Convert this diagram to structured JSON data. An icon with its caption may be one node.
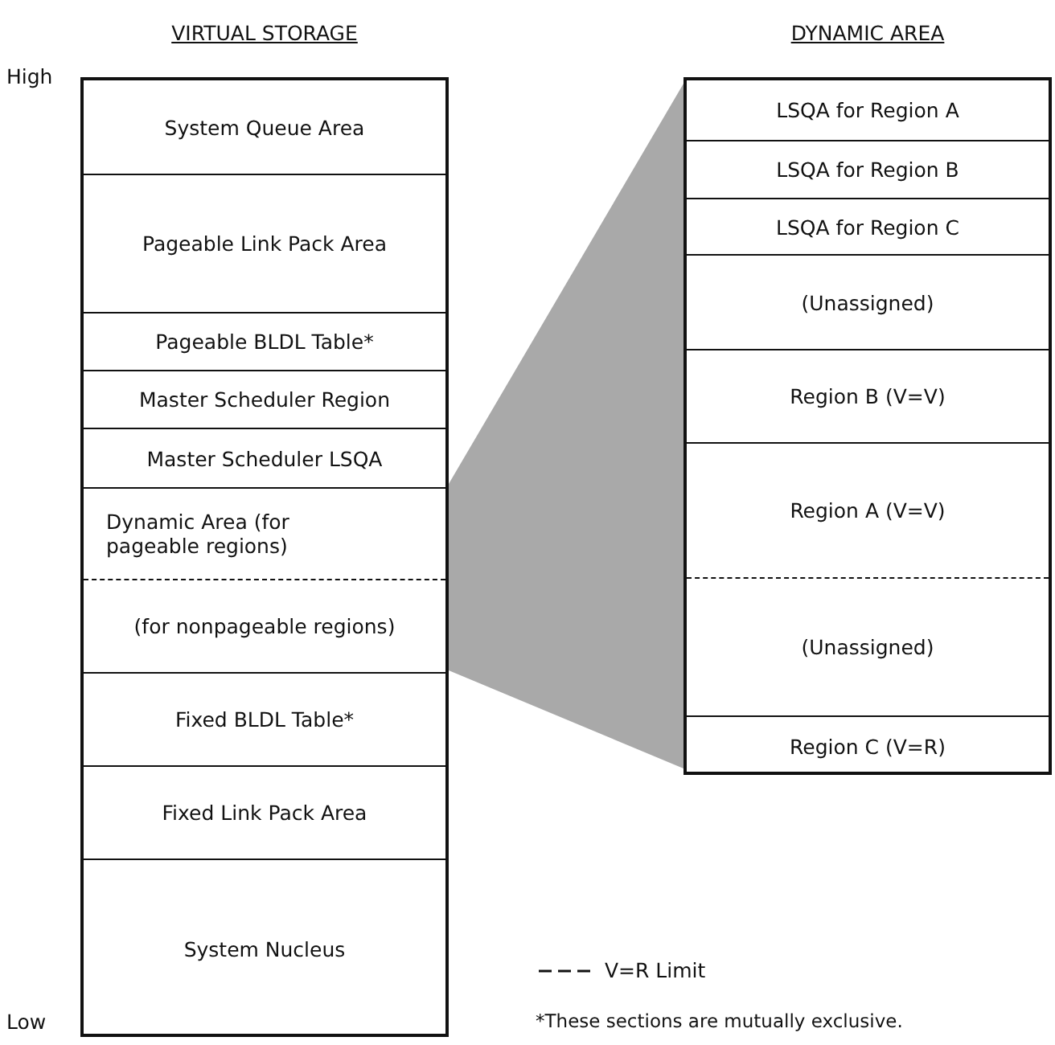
{
  "diagram": {
    "nodes": [
      {
        "text": [
          "VIRTUAL STORAGE"
        ]
      },
      {
        "text": [
          "System Queue Area"
        ],
        "in": 0
      },
      {
        "text": [
          "Pageable Link Pack Area"
        ],
        "in": 0
      },
      {
        "text": [
          "Pageable BLDL Table*"
        ],
        "in": 0
      },
      {
        "text": [
          "Master Scheduler Region"
        ],
        "in": 0
      },
      {
        "text": [
          "Master Scheduler LSQA"
        ],
        "in": 0
      },
      {
        "text": [
          "Dynamic Area (for pageable regions)"
        ],
        "in": 0
      },
      {
        "text": [
          "(for nonpageable regions)"
        ],
        "in": 0
      },
      {
        "text": [
          "Fixed BLDL Table*"
        ],
        "in": 0
      },
      {
        "text": [
          "Fixed Link Pack Area"
        ],
        "in": 0
      },
      {
        "text": [
          "System Nucleus"
        ],
        "in": 0
      },
      {
        "text": [
          "DYNAMIC AREA"
        ]
      },
      {
        "text": [
          "LSQA for Region A"
        ],
        "in": 11
      },
      {
        "text": [
          "LSQA for Region B"
        ],
        "in": 11
      },
      {
        "text": [
          "LSQA for Region C"
        ],
        "in": 11
      },
      {
        "text": [
          "(Unassigned)"
        ],
        "in": 11
      },
      {
        "text": [
          "Region B (V=V)"
        ],
        "in": 11
      },
      {
        "text": [
          "Region A (V=V)"
        ],
        "in": 11
      },
      {
        "text": [
          "(Unassigned)"
        ],
        "in": 11
      },
      {
        "text": [
          "Region C (V=R)"
        ],
        "in": 11
      },
      {
        "text": [],
        "shape": "wedge"
      }
    ],
    "edges": [],
    "labels": [
      "High",
      "Low",
      "*These sections are mutually exclusive."
    ],
    "legend": [
      {
        "text": "V=R Limit"
      }
    ]
  }
}
